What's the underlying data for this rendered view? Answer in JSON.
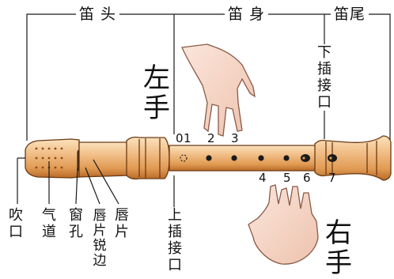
{
  "sections": {
    "head": "笛 头",
    "body": "笛 身",
    "tail": "笛尾"
  },
  "hands": {
    "left": "左手",
    "right": "右手"
  },
  "hole_numbers": {
    "top": [
      "0",
      "1",
      "2",
      "3"
    ],
    "bottom": [
      "4",
      "5",
      "6",
      "7"
    ]
  },
  "parts": {
    "blow_hole": "吹口",
    "airway": "气道",
    "window": "窗孔",
    "lip_edge": "唇片锐边",
    "lip": "唇片",
    "upper_joint": "上插接口",
    "lower_joint": "下插接口"
  },
  "colors": {
    "wood_light": "#f2c08a",
    "wood_mid": "#e09a52",
    "wood_dark": "#b96a28",
    "hand": "#f4d5c6",
    "lip_red": "#d2471e",
    "line": "#1a1a1a"
  }
}
